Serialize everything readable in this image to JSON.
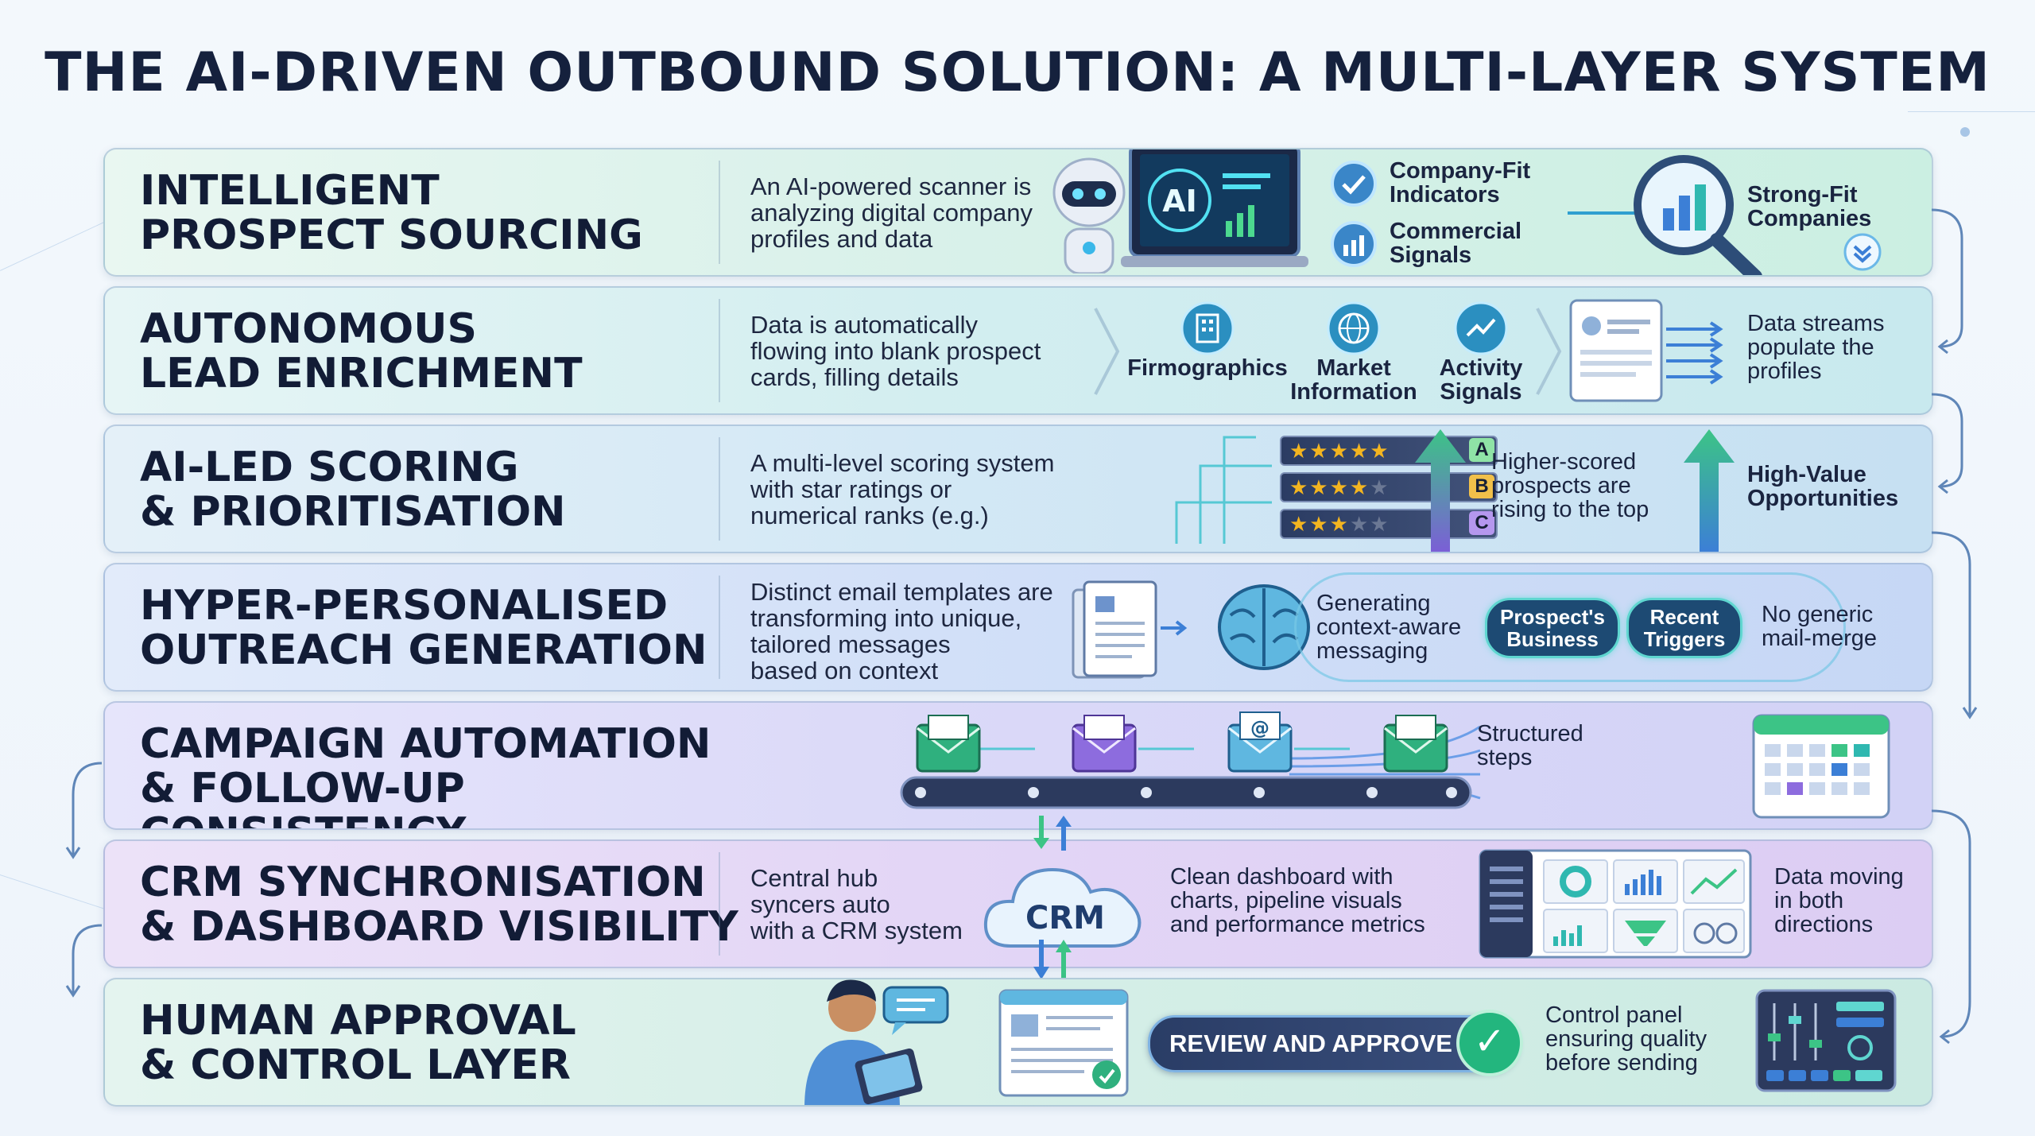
{
  "title": "THE AI-DRIVEN OUTBOUND SOLUTION: A MULTI-LAYER SYSTEM",
  "layers": [
    {
      "title": "INTELLIGENT\nPROSPECT SOURCING",
      "desc": "An AI-powered scanner is\nanalyzing digital company\nprofiles and data",
      "screen_text": "AI",
      "indicators": [
        "Company-Fit\nIndicators",
        "Commercial\nSignals"
      ],
      "result": "Strong-Fit\nCompanies"
    },
    {
      "title": "AUTONOMOUS\nLEAD ENRICHMENT",
      "desc": "Data is automatically\nflowing into blank prospect\ncards, filling details",
      "categories": [
        "Firmographics",
        "Market\nInformation",
        "Activity\nSignals"
      ],
      "result": "Data streams\npopulate the\nprofiles"
    },
    {
      "title": "AI-LED SCORING\n& PRIORITISATION",
      "desc": "A multi-level scoring system\nwith star ratings or\nnumerical ranks (e.g.)",
      "ratings": [
        {
          "stars": 5,
          "grade": "A",
          "color": "#8fe3a6"
        },
        {
          "stars": 4,
          "grade": "B",
          "color": "#f1c04a"
        },
        {
          "stars": 3,
          "grade": "C",
          "color": "#b597ee"
        }
      ],
      "middle": "Higher-scored\nprospects are\nrising to the top",
      "result": "High-Value\nOpportunities"
    },
    {
      "title": "HYPER-PERSONALISED\nOUTREACH GENERATION",
      "desc": "Distinct email templates are\ntransforming into unique,\ntailored messages\nbased on context",
      "middle": "Generating\ncontext-aware\nmessaging",
      "pills": [
        "Prospect's\nBusiness",
        "Recent\nTriggers"
      ],
      "result": "No generic\nmail-merge"
    },
    {
      "title": "CAMPAIGN AUTOMATION\n& FOLLOW-UP CONSISTENCY",
      "steps_label": "Structured\nsteps",
      "email_badge": "@"
    },
    {
      "title": "CRM SYNCHRONISATION\n& DASHBOARD VISIBILITY",
      "desc": "Central hub\nsyncers auto\nwith a CRM system",
      "cloud_label": "CRM",
      "middle": "Clean dashboard with\ncharts, pipeline visuals\nand performance metrics",
      "result": "Data moving\nin both\ndirections"
    },
    {
      "title": "HUMAN APPROVAL\n& CONTROL LAYER",
      "button": "REVIEW AND APPROVE",
      "result": "Control panel\nensuring quality\nbefore sending"
    }
  ],
  "colors": {
    "title": "#15213d",
    "accent_teal": "#2fb8b0",
    "accent_blue": "#3c7fd6",
    "arrow_green": "#3cc486",
    "dark_navy": "#1d4a73"
  }
}
